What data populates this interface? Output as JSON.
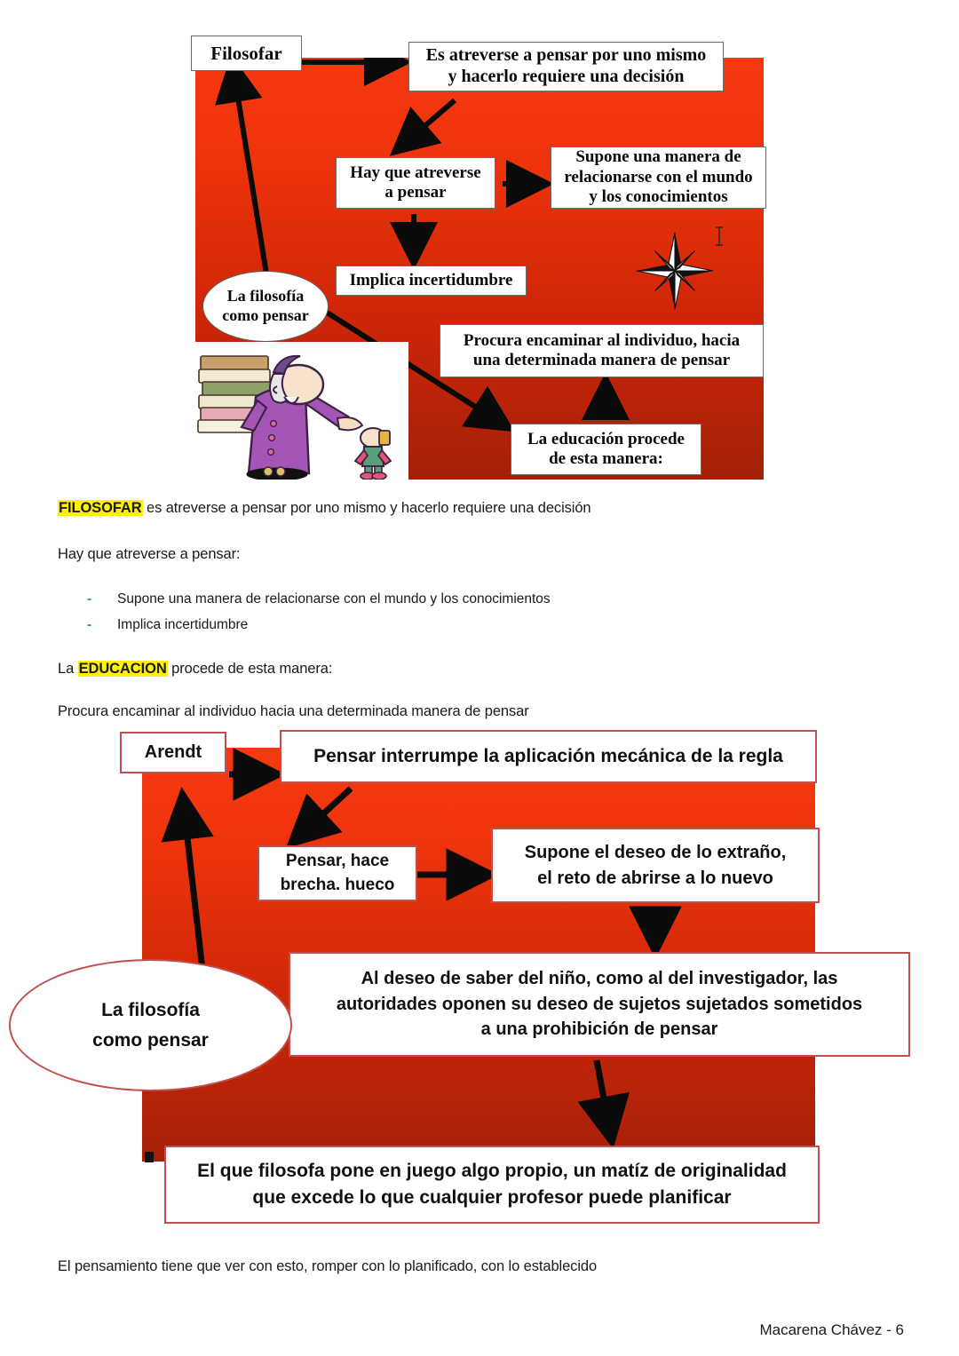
{
  "document": {
    "footer": "Macarena Chávez - 6"
  },
  "diagram1": {
    "title_node": "Filosofar",
    "ellipse_line1": "La filosofía",
    "ellipse_line2": "como pensar",
    "boxes": {
      "b1_line1": "Es atreverse a pensar por uno mismo",
      "b1_line2": "y hacerlo requiere una decisión",
      "b2_line1": "Hay que atreverse",
      "b2_line2": "a pensar",
      "b3_line1": "Supone una manera de",
      "b3_line2": "relacionarse con el mundo",
      "b3_line3": "y los conocimientos",
      "b4": "Implica incertidumbre",
      "b5_line1": "Procura encaminar al individuo, hacia",
      "b5_line2": "una determinada manera de pensar",
      "b6_line1": "La educación procede",
      "b6_line2": "de esta manera:"
    },
    "icons": {
      "compass": "compass-star-icon",
      "illustration": "professor-with-books-illustration",
      "cursor": "text-cursor-artifact"
    },
    "colors": {
      "panel_top": "#F4380F",
      "panel_bottom": "#A22007"
    }
  },
  "prose": {
    "p1_highlight": "FILOSOFAR",
    "p1_rest": " es atreverse a pensar por uno mismo y hacerlo requiere una decisión",
    "p2": "Hay que atreverse a pensar:",
    "bullets": [
      "Supone una manera de relacionarse con el mundo y los conocimientos",
      "Implica incertidumbre"
    ],
    "bullet_marker": "-",
    "p3_pre": "La ",
    "p3_highlight": "EDUCACION",
    "p3_post": " procede de esta manera:",
    "p4": "Procura encaminar al individuo hacia una determinada manera de pensar",
    "p5": "El pensamiento tiene que ver con esto, romper con lo planificado, con lo establecido",
    "highlight_color": "#FFF200"
  },
  "diagram2": {
    "source_node": "Arendt",
    "ellipse_line1": "La filosofía",
    "ellipse_line2": "como pensar",
    "boxes": {
      "b1": "Pensar interrumpe la aplicación mecánica de la regla",
      "b2_line1": "Pensar, hace",
      "b2_line2": "brecha. hueco",
      "b3_line1": "Supone el deseo de lo extraño,",
      "b3_line2": "el reto de abrirse a lo nuevo",
      "b4_line1": "Al deseo de saber del niño, como al del investigador, las",
      "b4_line2": "autoridades oponen su deseo de sujetos sujetados sometidos",
      "b4_line3": "a una prohibición de pensar",
      "b5_line1": "El que filosofa pone en juego algo propio, un matíz de originalidad",
      "b5_line2": "que excede lo que cualquier profesor puede planificar"
    },
    "colors": {
      "panel_top": "#F4380F",
      "panel_bottom": "#A52008",
      "box_border": "#C0504D"
    }
  }
}
